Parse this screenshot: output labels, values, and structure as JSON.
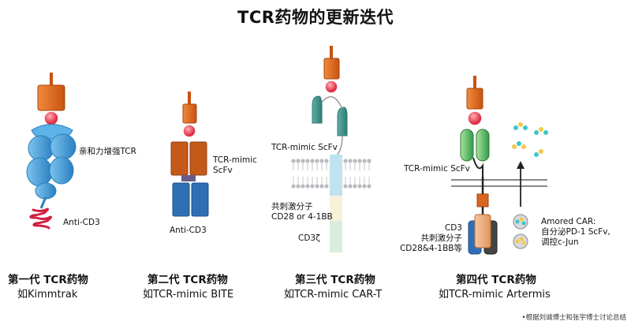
{
  "title": "TCR药物的更新迭代",
  "generations": [
    {
      "heading": "第一代 TCR药物",
      "example": "如Kimmtrak",
      "labels": {
        "tcr": "亲和力增强TCR",
        "cd3": "Anti-CD3"
      }
    },
    {
      "heading": "第二代 TCR药物",
      "example": "如TCR-mimic BITE",
      "labels": {
        "scfv": "TCR-mimic\nScFv",
        "cd3": "Anti-CD3"
      }
    },
    {
      "heading": "第三代 TCR药物",
      "example": "如TCR-mimic CAR-T",
      "labels": {
        "scfv": "TCR-mimic ScFv",
        "costim": "共刺激分子\nCD28 or 4-1BB",
        "cd3z": "CD3ζ"
      }
    },
    {
      "heading": "第四代 TCR药物",
      "example": "如TCR-mimic Artermis",
      "labels": {
        "scfv": "TCR-mimic ScFv",
        "cd3": "CD3\n共刺激分子\nCD28&4-1BB等",
        "armored": "Amored CAR:\n自分泌PD-1 ScFv,\n调控c-Jun"
      }
    }
  ],
  "credit": "•根据刘诚博士和张宇博士讨论总结",
  "colors": {
    "mhc": "#e8641c",
    "peptide": "#e83a4a",
    "tcr": "#3a9ad4",
    "scfv_orange": "#c4591a",
    "scfv_blue": "#2f6fb5",
    "teal": "#3a8c85",
    "green": "#4cb25a",
    "membrane": "#9aa0a6"
  }
}
